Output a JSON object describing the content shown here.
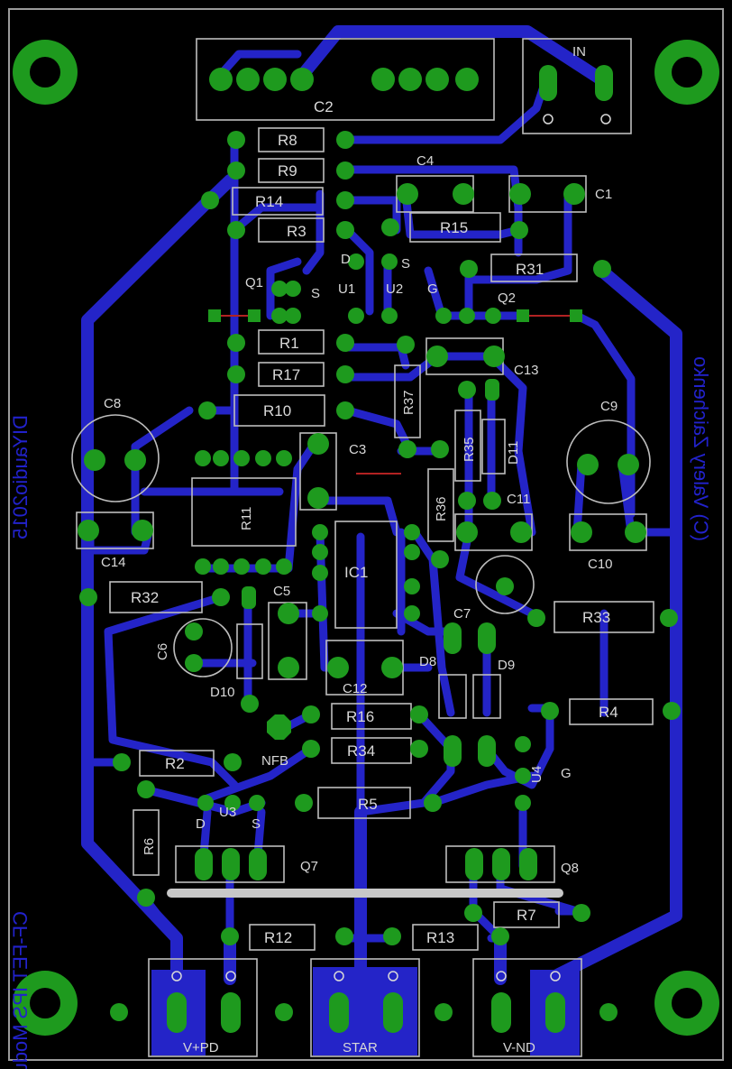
{
  "board": {
    "title": "CF-FET IPS Module",
    "author": "(C) Valery Zaichenko",
    "brand": "DIYaudio2015",
    "colors": {
      "background": "#000000",
      "trace": "#2424c8",
      "pad": "#1e9a1e",
      "silk": "#d8d8d8"
    }
  },
  "labels": {
    "c2": "C2",
    "in": "IN",
    "r8": "R8",
    "r9": "R9",
    "r14": "R14",
    "r3": "R3",
    "c4": "C4",
    "c1": "C1",
    "r15": "R15",
    "r31": "R31",
    "q1": "Q1",
    "u1": "U1",
    "u2": "U2",
    "q2": "Q2",
    "r1": "R1",
    "r17": "R17",
    "r10": "R10",
    "r37": "R37",
    "c13": "C13",
    "c8": "C8",
    "c9": "C9",
    "r35": "R35",
    "d11": "D11",
    "c3": "C3",
    "r11": "R11",
    "r36": "R36",
    "c11": "C11",
    "c14": "C14",
    "c10": "C10",
    "ic1": "IC1",
    "r32": "R32",
    "c5": "C5",
    "c7": "C7",
    "r33": "R33",
    "c6": "C6",
    "d10": "D10",
    "c12": "C12",
    "d8": "D8",
    "d9": "D9",
    "r16": "R16",
    "r4": "R4",
    "r34": "R34",
    "nfb": "NFB",
    "u4": "U4",
    "r2": "R2",
    "u3": "U3",
    "r5": "R5",
    "r6": "R6",
    "q7": "Q7",
    "q8": "Q8",
    "r7": "R7",
    "r12": "R12",
    "r13": "R13",
    "vpd": "V+PD",
    "star": "STAR",
    "vnd": "V-ND",
    "s": "S",
    "g": "G",
    "d": "D"
  }
}
